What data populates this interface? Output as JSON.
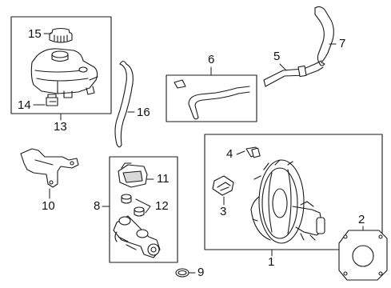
{
  "labels": {
    "c1": "1",
    "c2": "2",
    "c3": "3",
    "c4": "4",
    "c5": "5",
    "c6": "6",
    "c7": "7",
    "c8": "8",
    "c9": "9",
    "c10": "10",
    "c11": "11",
    "c12": "12",
    "c13": "13",
    "c14": "14",
    "c15": "15",
    "c16": "16"
  },
  "colors": {
    "line": "#1a1a1a",
    "part_fill": "#ffffff",
    "shade": "#cfcfcf",
    "dark": "#222222"
  }
}
